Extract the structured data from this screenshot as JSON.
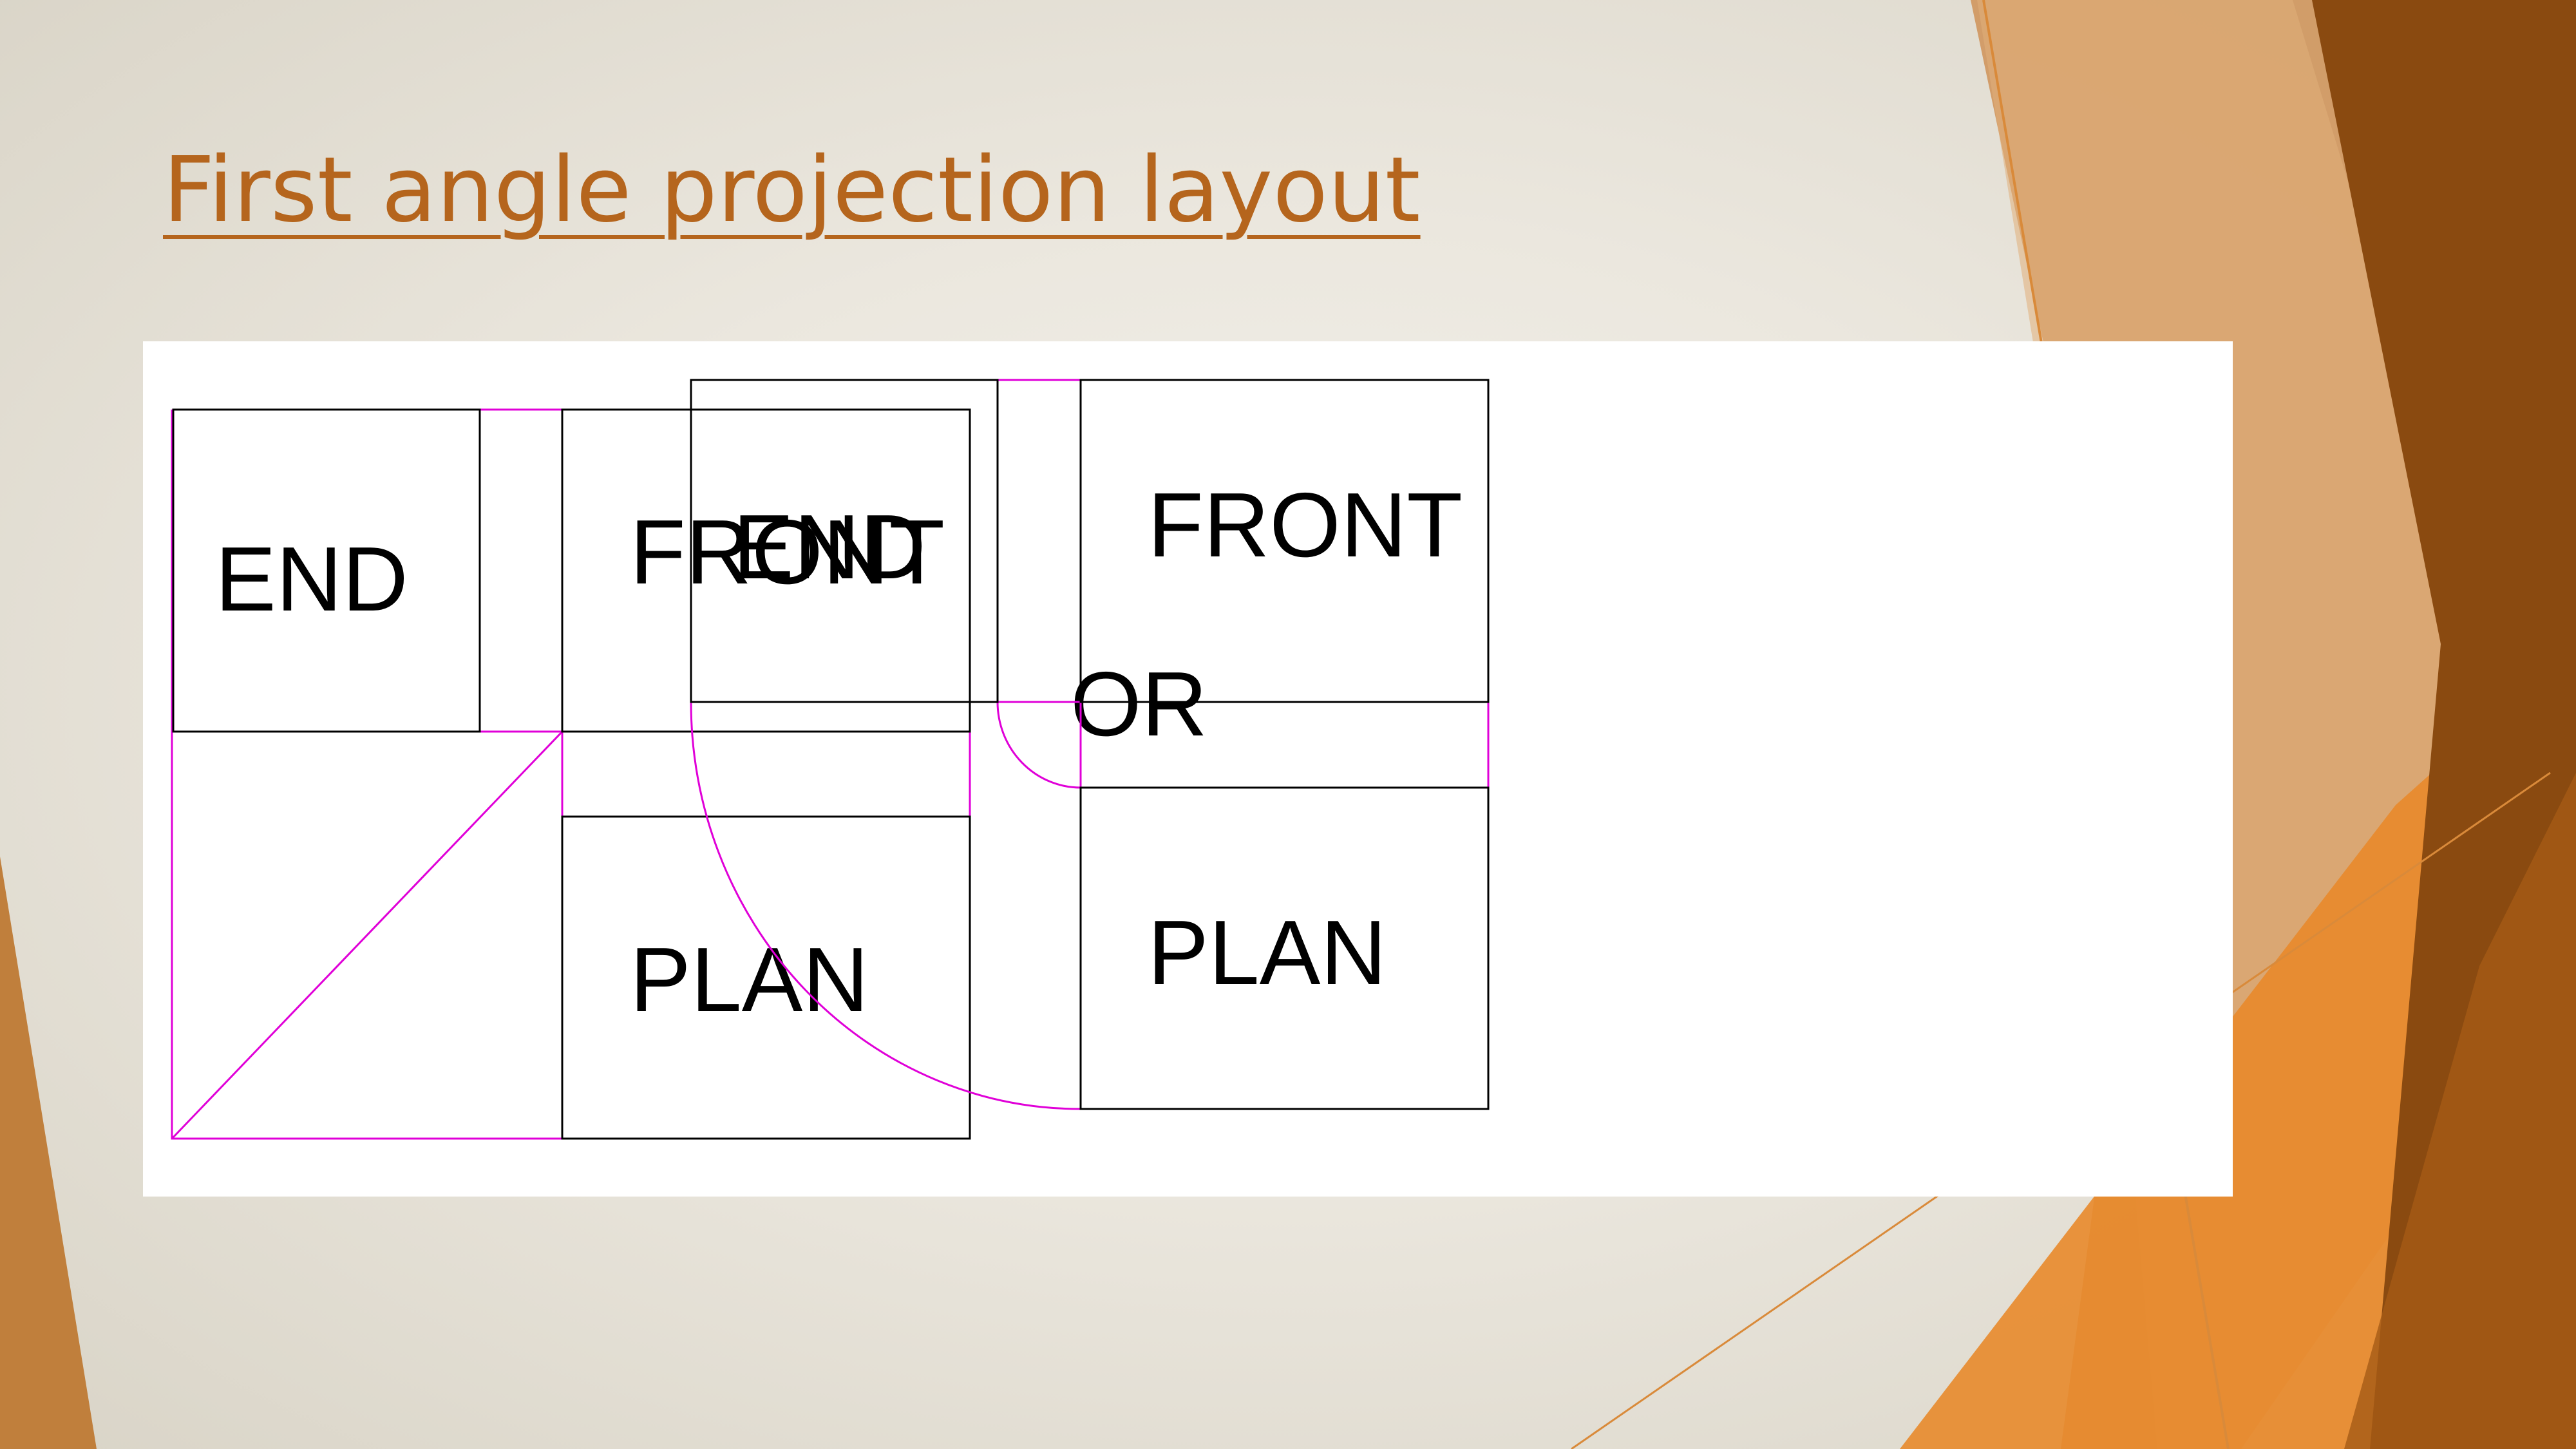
{
  "slide": {
    "title": "First angle projection layout"
  },
  "diagram": {
    "left_layout": {
      "end_label": "END",
      "front_label": "FRONT",
      "plan_label": "PLAN"
    },
    "separator_label": "OR",
    "right_layout": {
      "end_label": "END",
      "front_label": "FRONT",
      "plan_label": "PLAN"
    }
  },
  "colors": {
    "title": "#b5651d",
    "construction_lines": "#e000d8",
    "view_outlines": "#000000",
    "accent_orange": "#e8892b",
    "accent_brown": "#8a4a10"
  }
}
